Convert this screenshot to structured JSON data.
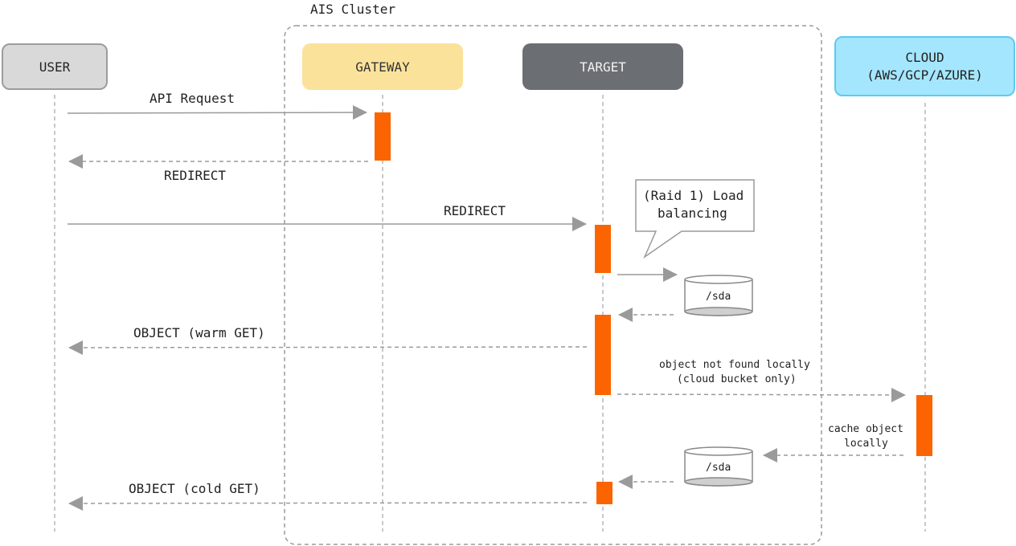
{
  "cluster": {
    "title": "AIS Cluster"
  },
  "participants": {
    "user": {
      "label": "USER"
    },
    "gateway": {
      "label": "GATEWAY"
    },
    "target": {
      "label": "TARGET"
    },
    "cloud": {
      "label_line1": "CLOUD",
      "label_line2": "(AWS/GCP/AZURE)"
    }
  },
  "messages": {
    "api_request": "API Request",
    "redirect_back": "REDIRECT",
    "redirect_to_target": "REDIRECT",
    "object_warm": "OBJECT (warm GET)",
    "not_found_line1": "object not found locally",
    "not_found_line2": "(cloud bucket only)",
    "cache_line1": "cache object",
    "cache_line2": "locally",
    "object_cold": "OBJECT (cold GET)"
  },
  "note": {
    "line1": "(Raid 1) Load",
    "line2": "balancing"
  },
  "disks": {
    "top": "/sda",
    "bottom": "/sda"
  },
  "colors": {
    "user_box": "#d9d9d9",
    "gateway_box": "#fbe29b",
    "target_box": "#6b6e72",
    "cloud_box": "#a4e6fd",
    "cloud_border": "#5ccbef",
    "activation": "#fb6400",
    "arrow": "#9a9a9a"
  }
}
